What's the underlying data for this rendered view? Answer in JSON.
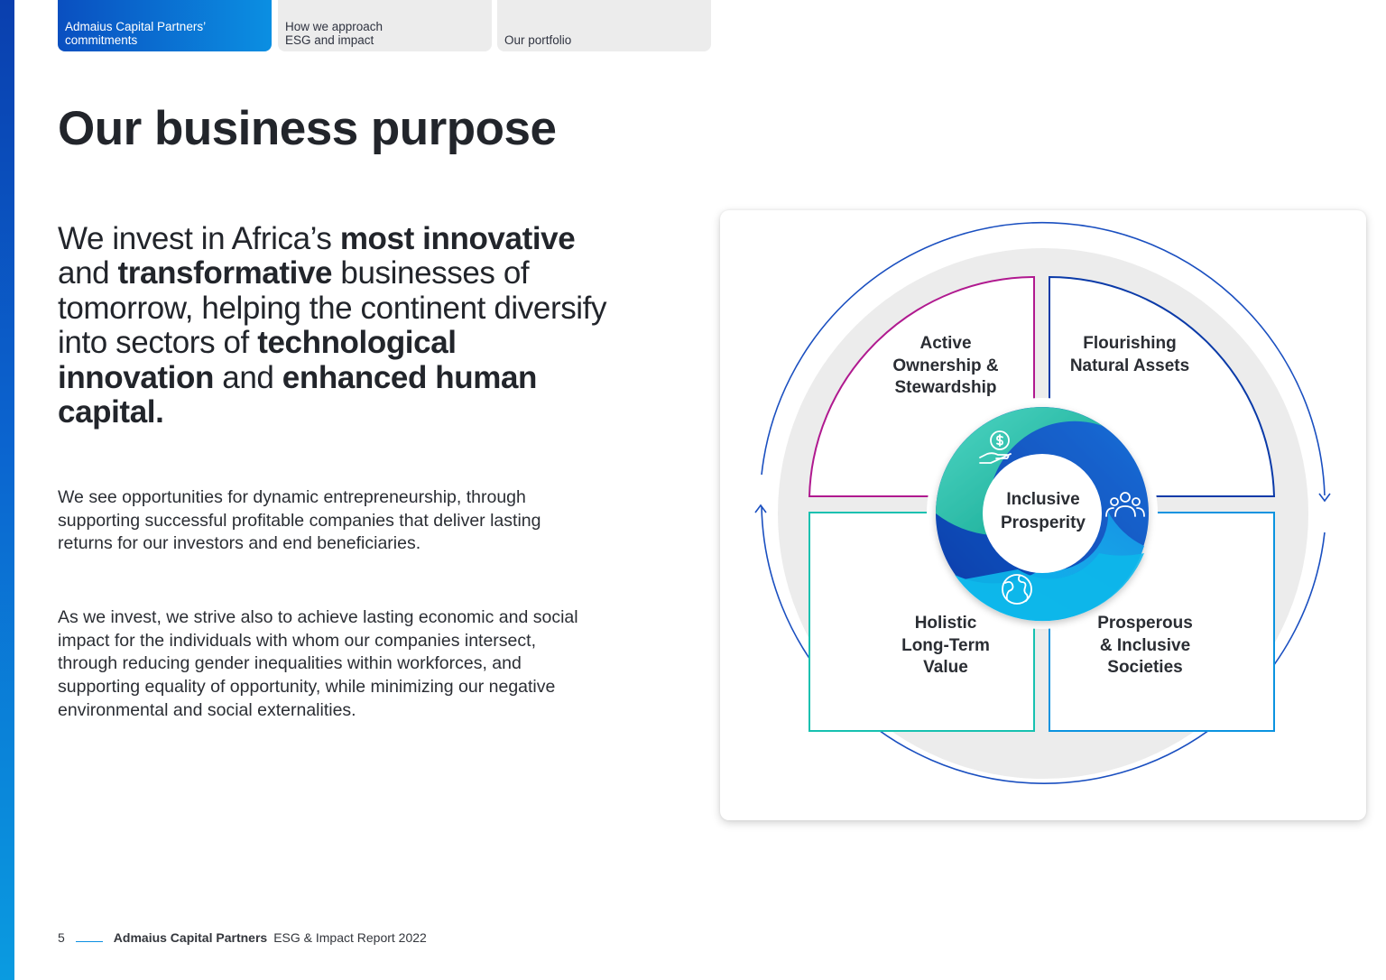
{
  "nav": {
    "tabs": [
      {
        "line1": "Admaius Capital Partners’",
        "line2": "commitments",
        "active": true
      },
      {
        "line1": "How we approach",
        "line2": "ESG and impact",
        "active": false
      },
      {
        "line1": "",
        "line2": "Our portfolio",
        "active": false
      }
    ]
  },
  "page": {
    "title": "Our business purpose",
    "lead": {
      "s1": "We invest in Africa’s ",
      "b1": "most innovative",
      "s2": " and ",
      "b2": "transformative",
      "s3": " businesses of tomorrow, helping the continent diversify into sectors of ",
      "b3": "technological innovation",
      "s4": " and ",
      "b4": "enhanced human capital."
    },
    "paragraph1": "We see opportunities for dynamic entrepreneurship, through supporting successful profitable companies that deliver lasting returns for our investors and end beneficiaries.",
    "paragraph2": "As we invest, we strive also to achieve lasting economic and social impact for the individuals with whom our companies intersect, through reducing gender inequalities within workforces, and supporting equality of opportunity, while minimizing our negative environmental and social externalities."
  },
  "diagram": {
    "center": {
      "line1": "Inclusive",
      "line2": "Prosperity"
    },
    "quadrants": {
      "top_left": {
        "line1": "Active",
        "line2": "Ownership &",
        "line3": "Stewardship",
        "color": "#b0198f"
      },
      "top_right": {
        "line1": "Flourishing",
        "line2": "Natural Assets",
        "color": "#0a3aa8"
      },
      "bottom_left": {
        "line1": "Holistic",
        "line2": "Long-Term",
        "line3": "Value",
        "color": "#17c1b0"
      },
      "bottom_right": {
        "line1": "Prosperous",
        "line2": "& Inclusive",
        "line3": "Societies",
        "color": "#0b93e0"
      }
    },
    "icons": [
      "money-hand-icon",
      "people-icon",
      "globe-icon"
    ],
    "ring_color": "#1a4fc0"
  },
  "footer": {
    "page_number": "5",
    "company": "Admaius Capital Partners",
    "report": "ESG & Impact Report 2022"
  }
}
